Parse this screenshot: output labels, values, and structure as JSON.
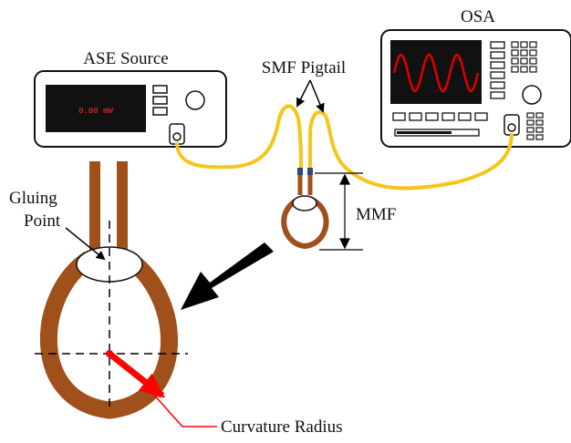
{
  "labels": {
    "ase_source": "ASE Source",
    "osa": "OSA",
    "smf_pigtail": "SMF Pigtail",
    "mmf": "MMF",
    "gluing_point_line1": "Gluing",
    "gluing_point_line2": "Point",
    "curvature_radius": "Curvature Radius"
  },
  "ase_display": "0.00 mW",
  "colors": {
    "fiber_smf": "#f5c518",
    "fiber_mmf": "#a0501a",
    "radius_arrow": "#ff0000",
    "osa_trace": "#e00000",
    "display_bg": "#111111",
    "connector": "#2a4d7a"
  },
  "icons": [
    "ase-source-instrument",
    "osa-instrument",
    "zoom-arrow-icon"
  ]
}
